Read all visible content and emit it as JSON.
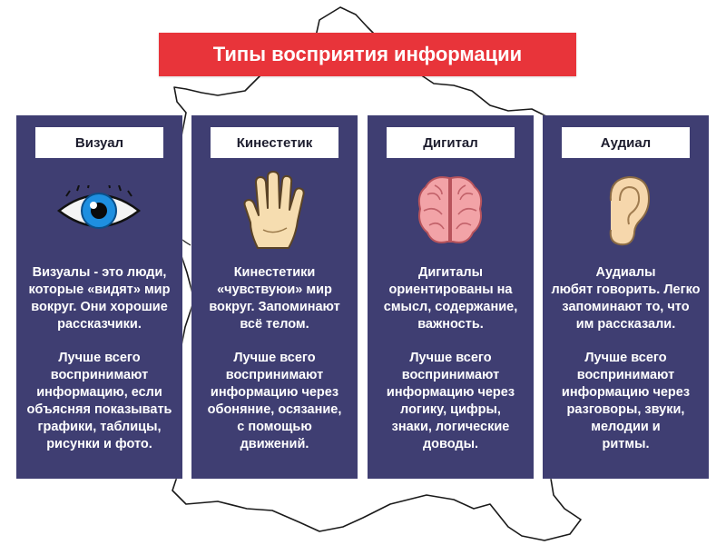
{
  "title": "Типы восприятия информации",
  "colors": {
    "title_bg": "#e8343a",
    "card_bg": "#3f3e72",
    "label_bg": "#ffffff"
  },
  "cards": [
    {
      "label": "Визуал",
      "icon": "eye-icon",
      "description": "Визуалы - это люди,\nкоторые «видят» мир\nвокруг. Они хорошие\nрассказчики.",
      "best": "Лучше всего\nвоспринимают\nинформацию, если\nобъясняя показывать\nграфики, таблицы,\nрисунки и фото."
    },
    {
      "label": "Кинестетик",
      "icon": "hand-icon",
      "description": "Кинестетики\n«чувствуюи» мир\nвокруг. Запоминают\nвсё телом.",
      "best": "Лучше всего\nвоспринимают\nинформацию через\nобоняние, осязание,\nс помощью\nдвижений."
    },
    {
      "label": "Дигитал",
      "icon": "brain-icon",
      "description": "Дигиталы\nориентированы на\nсмысл, содержание,\nважность.",
      "best": "Лучше всего\nвоспринимают\nинформацию через\nлогику, цифры,\nзнаки, логические\nдоводы."
    },
    {
      "label": "Аудиал",
      "icon": "ear-icon",
      "description": "Аудиалы\nлюбят говорить. Легко\nзапоминают то, что\nим рассказали.",
      "best": "Лучше всего\nвоспринимают\nинформацию через\nразговоры, звуки,\nмелодии и\nритмы."
    }
  ]
}
